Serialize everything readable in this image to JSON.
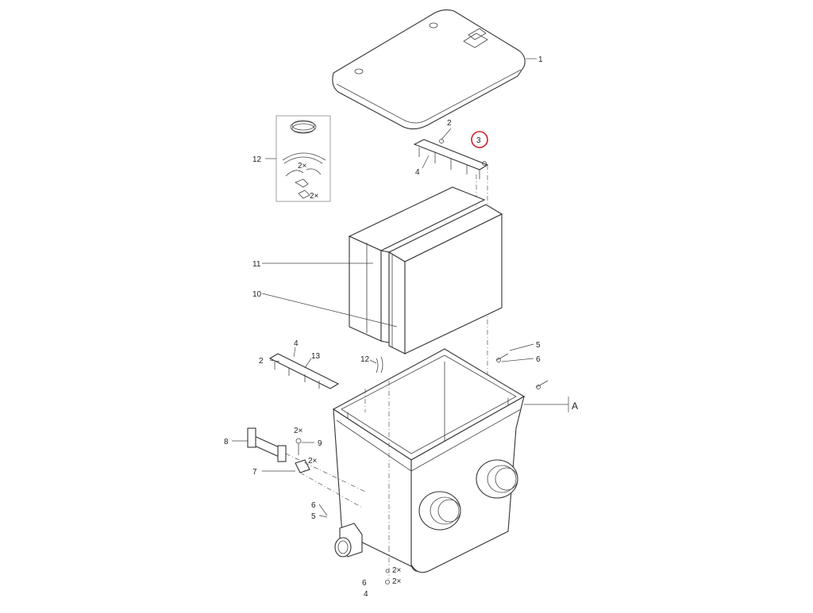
{
  "diagram": {
    "labels": {
      "lid": "1",
      "screw_top": "2",
      "bracket_top_highlighted": "3",
      "nut_top": "4",
      "kit_12": "12",
      "kit_qty_1": "2×",
      "kit_qty_2": "2×",
      "filter_11": "11",
      "filter_10": "10",
      "screw_5": "5",
      "washer_6": "6",
      "nut_4_mid": "4",
      "bracket_13": "13",
      "screw_2_mid": "2",
      "clip_12": "12",
      "callout_A": "A",
      "pipe_8": "8",
      "qty_9": "2×",
      "bolt_9": "9",
      "bracket_7": "7",
      "qty_7": "2×",
      "washer_6_low": "6",
      "screw_5_low": "5",
      "washer_6_bottom": "6",
      "qty_6_bottom": "2×",
      "nut_4_bottom": "4",
      "qty_4_bottom": "2×"
    }
  }
}
